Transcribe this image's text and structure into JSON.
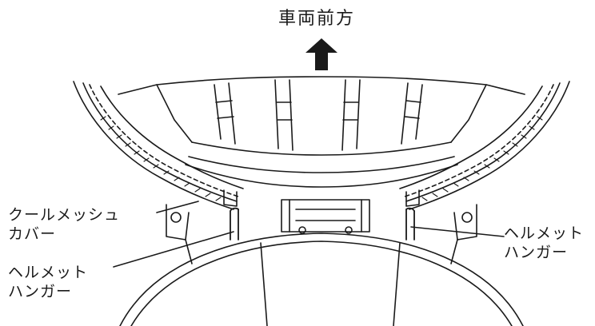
{
  "direction_label": "車両前方",
  "callouts": {
    "cool_mesh_cover": {
      "line1": "クールメッシュ",
      "line2": "カバー"
    },
    "helmet_hanger_left": {
      "line1": "ヘルメット",
      "line2": "ハンガー"
    },
    "helmet_hanger_right": {
      "line1": "ヘルメット",
      "line2": "ハンガー"
    }
  },
  "colors": {
    "line": "#1a1a1a",
    "background": "#ffffff"
  }
}
